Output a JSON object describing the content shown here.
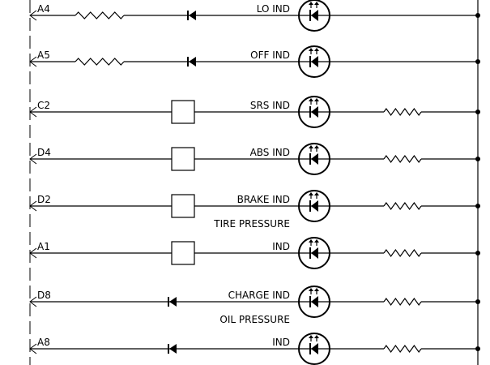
{
  "rows": [
    {
      "pin": "A4",
      "label": "LO IND",
      "label2": "",
      "front": "resistor",
      "back": "none"
    },
    {
      "pin": "A5",
      "label": "OFF IND",
      "label2": "",
      "front": "resistor",
      "back": "none"
    },
    {
      "pin": "C2",
      "label": "SRS IND",
      "label2": "",
      "front": "box",
      "back": "resistor"
    },
    {
      "pin": "D4",
      "label": "ABS IND",
      "label2": "",
      "front": "box",
      "back": "resistor"
    },
    {
      "pin": "D2",
      "label": "BRAKE IND",
      "label2": "",
      "front": "box",
      "back": "resistor"
    },
    {
      "pin": "A1",
      "label": "TIRE PRESSURE",
      "label2": "IND",
      "front": "box",
      "back": "resistor"
    },
    {
      "pin": "D8",
      "label": "CHARGE IND",
      "label2": "",
      "front": "diode",
      "back": "resistor"
    },
    {
      "pin": "A8",
      "label": "OIL PRESSURE",
      "label2": "IND",
      "front": "diode",
      "back": "resistor"
    }
  ]
}
